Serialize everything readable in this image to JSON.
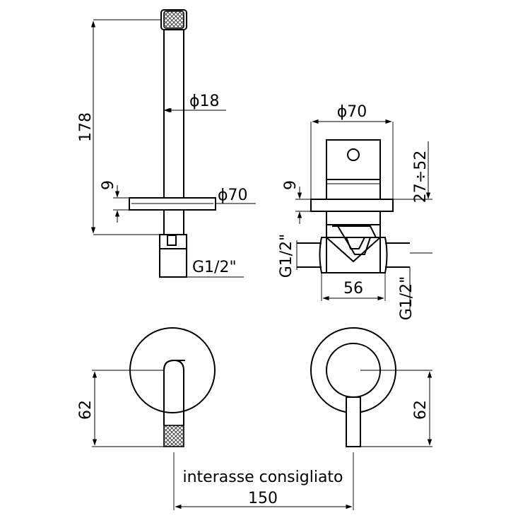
{
  "colors": {
    "line": "#000000",
    "background": "#ffffff"
  },
  "labels": {
    "spout_height": "178",
    "spout_diameter": "ϕ18",
    "plate_thickness": "9",
    "plate_diameter": "ϕ70",
    "spout_thread": "G1/2\"",
    "mixer_diameter": "ϕ70",
    "mixer_plate_thickness": "9",
    "mixer_depth_range": "27÷52",
    "inlet_left": "G1/2\"",
    "body_width": "56",
    "inlet_right": "G1/2\"",
    "front_left_height": "62",
    "front_right_height": "62",
    "center_distance_caption": "interasse consigliato",
    "center_distance": "150"
  }
}
